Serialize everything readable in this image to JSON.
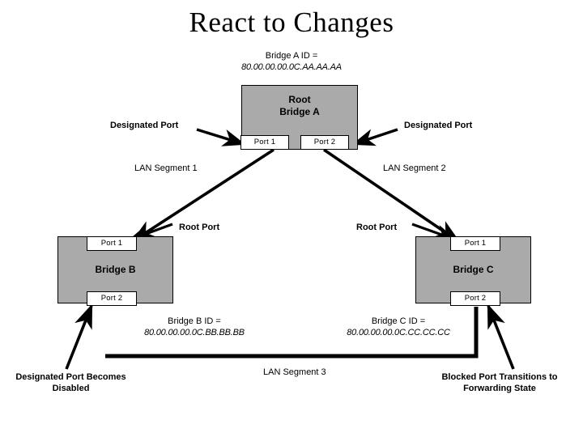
{
  "title": "React to Changes",
  "bridges": {
    "a": {
      "name_line1": "Root",
      "name_line2": "Bridge A",
      "id_label": "Bridge A ID =",
      "id_value": "80.00.00.00.0C.AA.AA.AA",
      "port1": "Port 1",
      "port2": "Port 2"
    },
    "b": {
      "name": "Bridge B",
      "id_label": "Bridge B ID =",
      "id_value": "80.00.00.00.0C.BB.BB.BB",
      "port1": "Port 1",
      "port2": "Port 2"
    },
    "c": {
      "name": "Bridge C",
      "id_label": "Bridge C ID =",
      "id_value": "80.00.00.00.0C.CC.CC.CC",
      "port1": "Port 1",
      "port2": "Port 2"
    }
  },
  "annotations": {
    "designated_port_left": "Designated Port",
    "designated_port_right": "Designated Port",
    "root_port_left": "Root Port",
    "root_port_right": "Root Port",
    "disabled_line1": "Designated Port Becomes",
    "disabled_line2": "Disabled",
    "forwarding_line1": "Blocked Port Transitions to",
    "forwarding_line2": "Forwarding State"
  },
  "segments": {
    "seg1": "LAN Segment 1",
    "seg2": "LAN Segment 2",
    "seg3": "LAN Segment 3"
  },
  "colors": {
    "bridge_fill": "#aaaaaa",
    "port_fill": "#ffffff",
    "stroke": "#000000",
    "background": "#ffffff"
  }
}
